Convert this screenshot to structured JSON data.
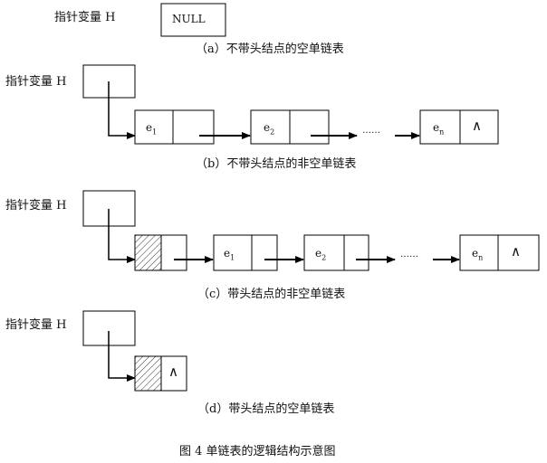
{
  "pointer_label": "指针变量 H",
  "null_label": "NULL",
  "wedge_symbol": "∧",
  "ellipsis": "……",
  "nodes": {
    "e1": {
      "base": "e",
      "sub": "1"
    },
    "e2": {
      "base": "e",
      "sub": "2"
    },
    "en": {
      "base": "e",
      "sub": "n"
    }
  },
  "captions": {
    "a": "（a）不带头结点的空单链表",
    "b": "（b）不带头结点的非空单链表",
    "c": "（c）带头结点的非空单链表",
    "d": "（d）带头结点的空单链表",
    "figure": "图 4    单链表的逻辑结构示意图"
  }
}
